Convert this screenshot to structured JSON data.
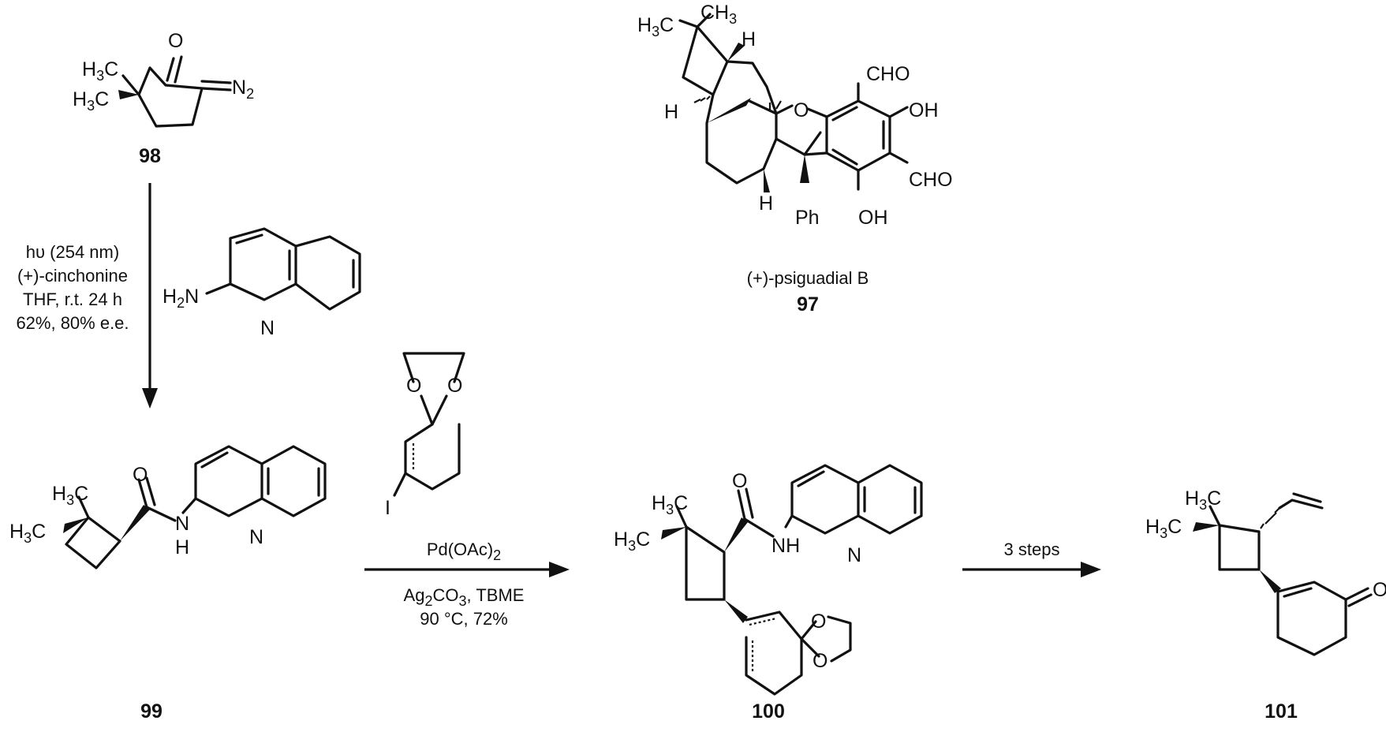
{
  "compounds": {
    "c97": {
      "number": "97",
      "name": "(+)-psiguadial B"
    },
    "c98": {
      "number": "98"
    },
    "c99": {
      "number": "99"
    },
    "c100": {
      "number": "100"
    },
    "c101": {
      "number": "101"
    }
  },
  "atoms": {
    "H3C": "H3C",
    "H3C_a": "H",
    "H3C_b": "3",
    "H3C_c": "C",
    "CH3_a": "CH",
    "CH3_b": "3",
    "O": "O",
    "N": "N",
    "N2_a": "N",
    "N2_b": "2",
    "H2N_a": "H",
    "H2N_b": "2",
    "H2N_c": "N",
    "H": "H",
    "I": "I",
    "CHO": "CHO",
    "OH": "OH",
    "Ph": "Ph"
  },
  "steps": {
    "step1": {
      "conditions": [
        "hυ (254 nm)",
        "(+)-cinchonine",
        "THF, r.t. 24 h",
        "62%, 80% e.e."
      ]
    },
    "step2": {
      "reagent_a": "Pd(OAc)",
      "reagent_a_sub": "2",
      "reagent_b_pre": "Ag",
      "reagent_b_sub1": "2",
      "reagent_b_mid": "CO",
      "reagent_b_sub2": "3",
      "reagent_b_post": ", TBME",
      "reagent_c": "90 °C, 72%"
    },
    "step3": {
      "conditions": "3 steps"
    }
  }
}
